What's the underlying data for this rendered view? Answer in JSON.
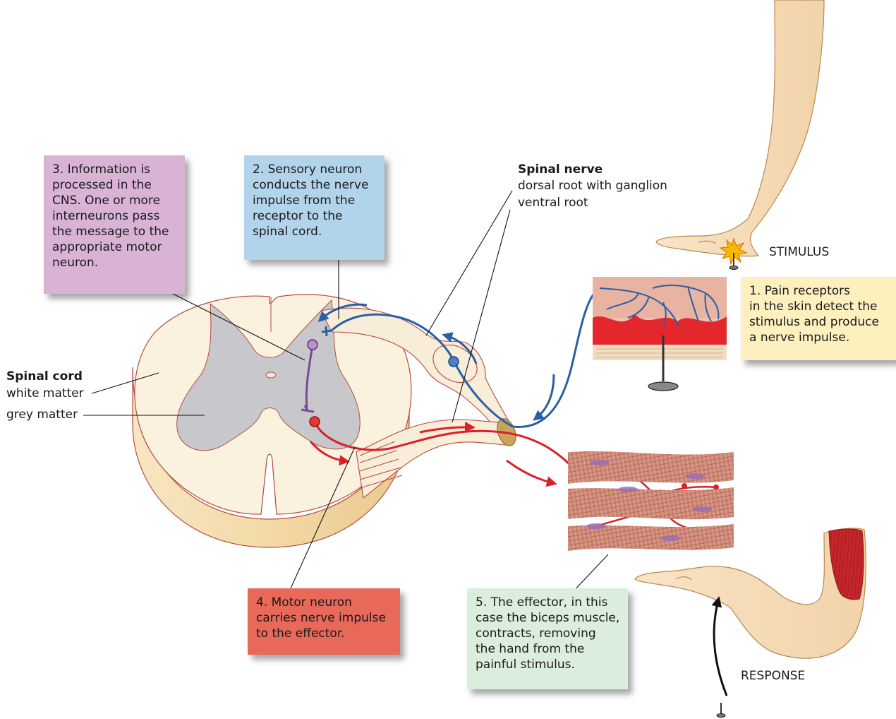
{
  "colors": {
    "sensory": "#2a5fa6",
    "motor": "#d7212b",
    "interneuron": "#7b4a97",
    "grey_matter": "#c8c8cc",
    "white_matter": "#fbf1df",
    "cord_side": "#f3ddb0",
    "skin": "#f6dcb9",
    "box_interneuron": "#d9b3d6",
    "box_sensory": "#b2d4ea",
    "box_motor": "#e8695a",
    "box_effector": "#dbeedd",
    "box_receptor": "#fdf0bf"
  },
  "boxes": {
    "interneuron": [
      "3. Information is",
      "processed in the",
      "CNS. One or more",
      "interneurons pass",
      "the message to the",
      "appropriate motor",
      "neuron."
    ],
    "sensory": [
      "2. Sensory neuron",
      "conducts the nerve",
      "impulse from the",
      "receptor to the",
      "spinal cord."
    ],
    "receptor": [
      "1. Pain receptors",
      "in the skin detect the",
      "stimulus and produce",
      "a nerve impulse."
    ],
    "motor": [
      "4. Motor neuron",
      "carries nerve impulse",
      "to the effector."
    ],
    "effector": [
      "5. The effector, in this",
      "case the biceps muscle,",
      "contracts, removing",
      "the hand from the",
      "painful stimulus."
    ]
  },
  "labels": {
    "spinal_nerve_title": "Spinal nerve",
    "dorsal_root": "dorsal root with ganglion",
    "ventral_root": "ventral root",
    "spinal_cord_title": "Spinal cord",
    "white_matter": "white matter",
    "grey_matter": "grey matter",
    "stimulus": "STIMULUS",
    "response": "RESPONSE"
  }
}
